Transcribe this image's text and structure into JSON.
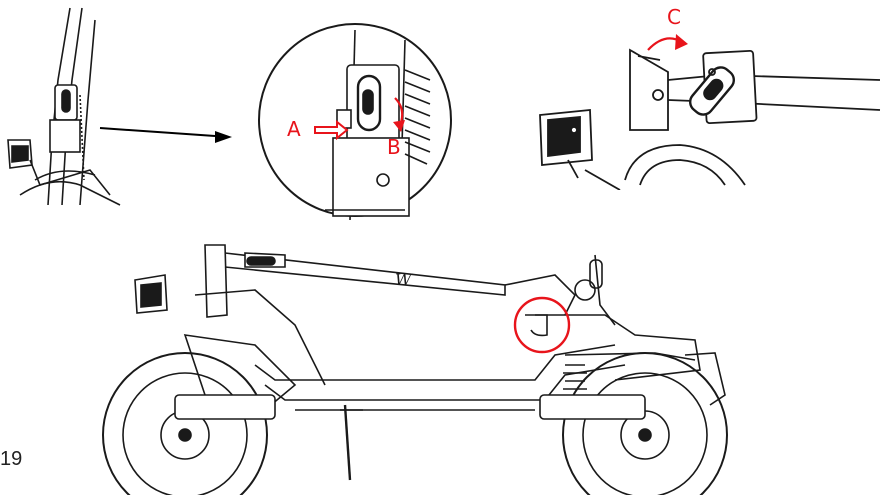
{
  "figure": {
    "callouts": [
      {
        "id": "A",
        "text": "A"
      },
      {
        "id": "B",
        "text": "B"
      },
      {
        "id": "C",
        "text": "C"
      }
    ],
    "brand_mark": "W"
  },
  "page": {
    "number": "19"
  },
  "colors": {
    "callout": "#e8141b",
    "line": "#1a1a1a"
  }
}
